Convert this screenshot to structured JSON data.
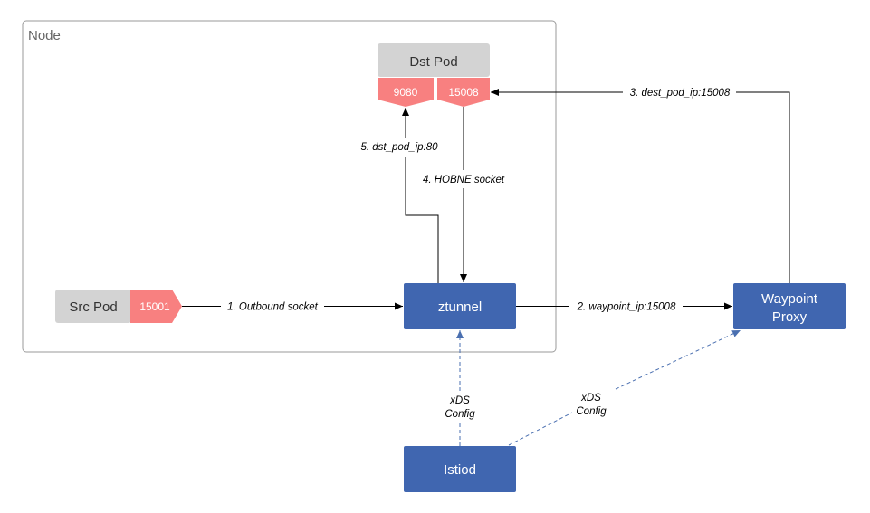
{
  "node": {
    "title": "Node"
  },
  "dst_pod": {
    "label": "Dst Pod",
    "ports": [
      "9080",
      "15008"
    ]
  },
  "src_pod": {
    "label": "Src Pod",
    "port": "15001"
  },
  "ztunnel": {
    "label": "ztunnel"
  },
  "waypoint": {
    "label_line1": "Waypoint",
    "label_line2": "Proxy"
  },
  "istiod": {
    "label": "Istiod"
  },
  "edges": {
    "outbound": "1. Outbound socket",
    "to_waypoint": "2. waypoint_ip:15008",
    "to_dst": "3. dest_pod_ip:15008",
    "hbone": "4. HOBNE socket",
    "to_app": "5. dst_pod_ip:80",
    "xds_ztunnel_1": "xDS",
    "xds_ztunnel_2": "Config",
    "xds_waypoint_1": "xDS",
    "xds_waypoint_2": "Config"
  },
  "colors": {
    "blue_box": "#4066b0",
    "port_red": "#f88080",
    "pod_gray": "#d3d3d3",
    "dashed_blue": "#4a6fb0"
  }
}
